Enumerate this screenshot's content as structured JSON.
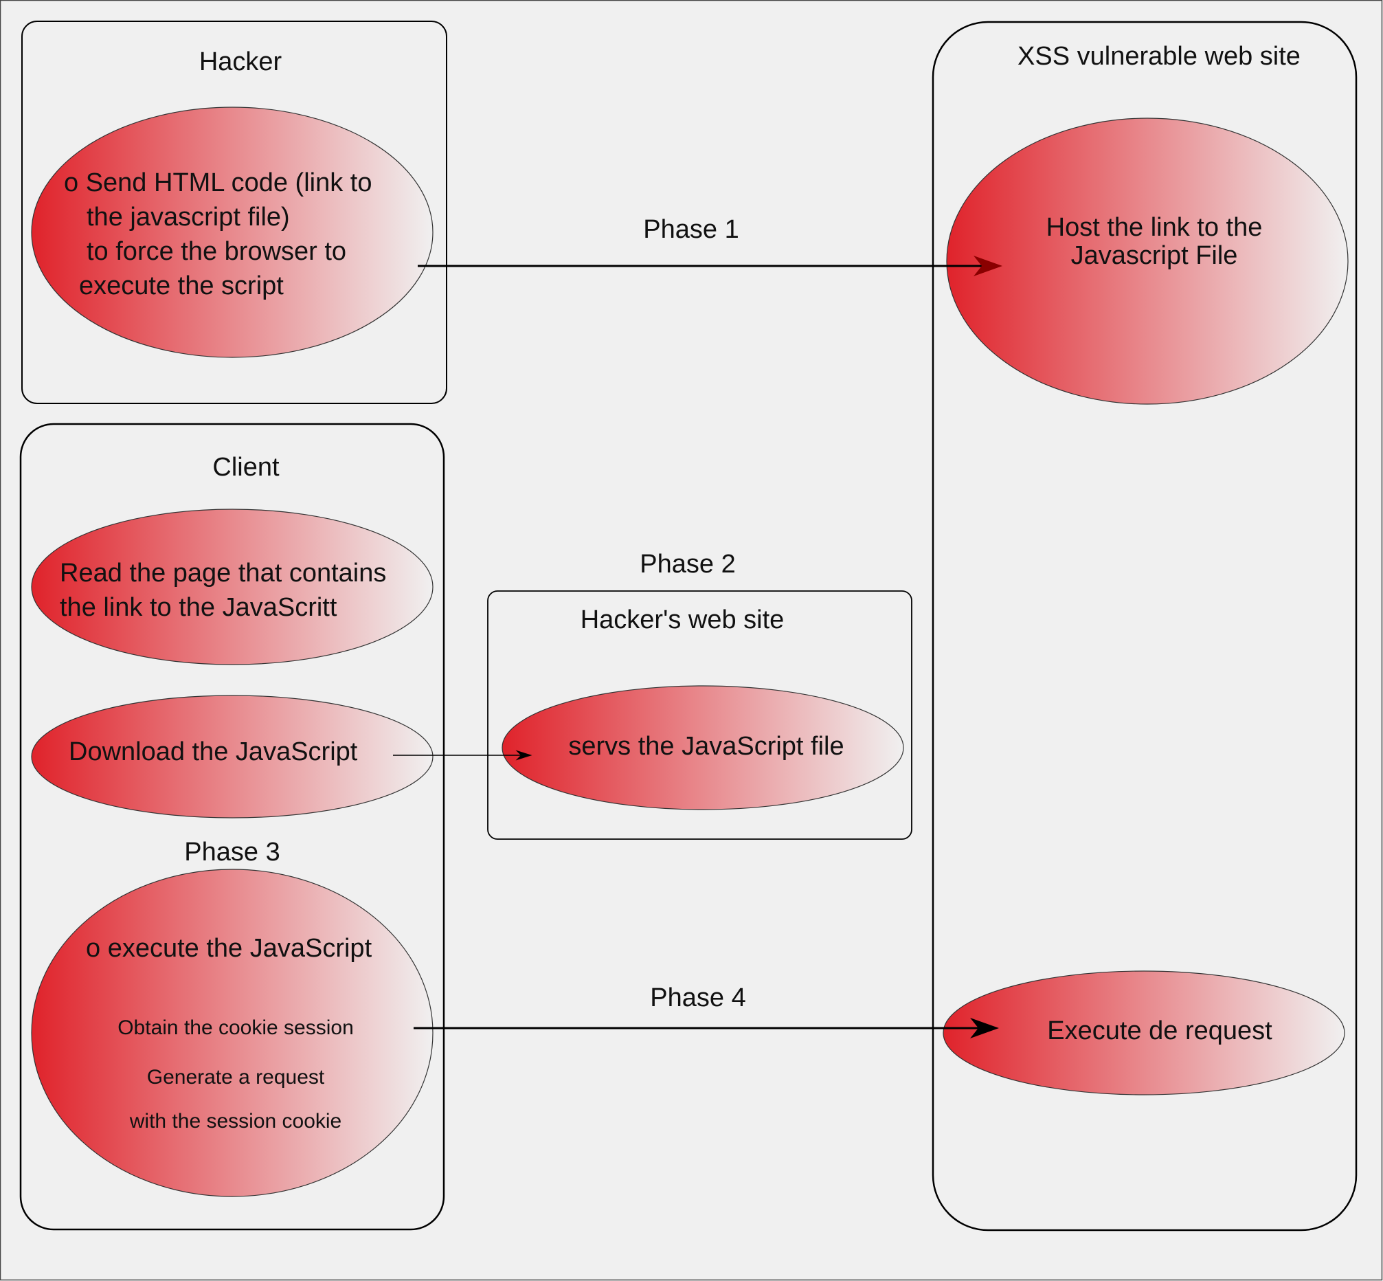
{
  "diagram": {
    "background": "#f0f0f0",
    "ellipse_gradient": {
      "start": "#e0232b",
      "end": "#f0f0f0"
    },
    "groups": {
      "hacker": {
        "title": "Hacker"
      },
      "client": {
        "title": "Client"
      },
      "hacker_site": {
        "title": "Hacker's web site"
      },
      "xss_site": {
        "title": "XSS vulnerable web site"
      }
    },
    "nodes": {
      "send_html": {
        "lines": [
          "o Send HTML code (link to",
          "the javascript file)",
          "to force the browser to",
          "execute the script"
        ]
      },
      "host_link": {
        "lines": [
          "Host the link to the",
          "Javascript File"
        ]
      },
      "read_page": {
        "lines": [
          "Read the page that contains",
          "the link to the JavaScritt"
        ]
      },
      "download_js": {
        "lines": [
          "Download the JavaScript"
        ]
      },
      "serve_js": {
        "lines": [
          "servs the JavaScript file"
        ]
      },
      "execute_js": {
        "lines": [
          "o execute the JavaScript",
          "Obtain the cookie session",
          "Generate a request",
          "with the session cookie"
        ]
      },
      "execute_request": {
        "lines": [
          "Execute de request"
        ]
      }
    },
    "phases": [
      "Phase 1",
      "Phase 2",
      "Phase 3",
      "Phase 4"
    ]
  }
}
